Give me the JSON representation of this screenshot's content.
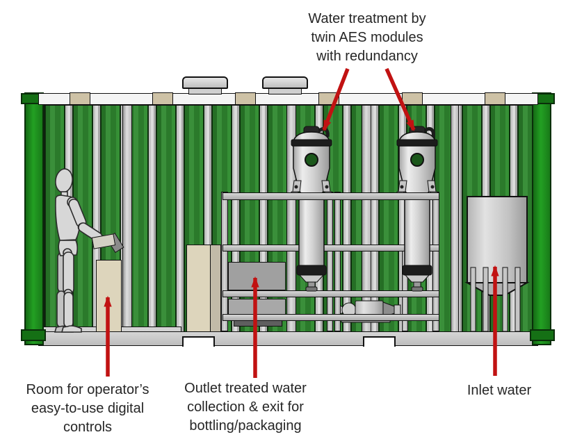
{
  "annotations": {
    "water_treatment": "Water treatment by\ntwin AES modules\nwith redundancy",
    "operator_controls": "Room for operator’s\neasy-to-use  digital\ncontrols",
    "outlet_water": "Outlet treated water\ncollection & exit for\nbottling/packaging",
    "inlet_water": "Inlet water"
  },
  "colors": {
    "container_green": "#1f8b1f",
    "wall_panel_green": "#2b7a2b",
    "corrugation_stripe_gray": "#c2c2c2",
    "arrow_red": "#c11212",
    "annotation_text": "#262626",
    "cabinet_beige": "#ddd5bc",
    "equipment_gray": "#c9c9c9",
    "roof_fitting_tan": "#cec2a6"
  }
}
